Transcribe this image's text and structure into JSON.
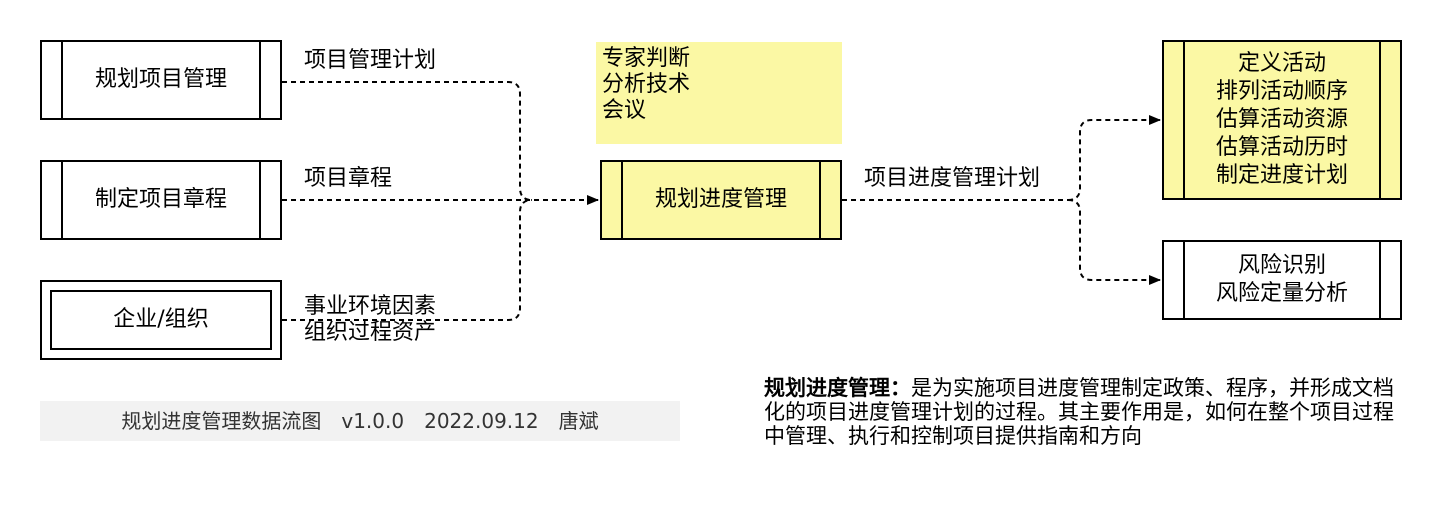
{
  "inputs": [
    {
      "label": "规划项目管理",
      "flow": "项目管理计划"
    },
    {
      "label": "制定项目章程",
      "flow": "项目章程"
    },
    {
      "label": "企业/组织",
      "flow_lines": [
        "事业环境因素",
        "组织过程资产"
      ]
    }
  ],
  "tools": [
    "专家判断",
    "分析技术",
    "会议"
  ],
  "process": {
    "label": "规划进度管理"
  },
  "output_flow": "项目进度管理计划",
  "targets": [
    {
      "lines": [
        "定义活动",
        "排列活动顺序",
        "估算活动资源",
        "估算活动历时",
        "制定进度计划"
      ]
    },
    {
      "lines": [
        "风险识别",
        "风险定量分析"
      ]
    }
  ],
  "caption": "规划进度管理数据流图　v1.0.0　2022.09.12　唐斌",
  "description": {
    "term": "规划进度管理：",
    "text": "是为实施项目进度管理制定政策、程序，并形成文档化的项目进度管理计划的过程。其主要作用是，如何在整个项目过程中管理、执行和控制项目提供指南和方向"
  },
  "colors": {
    "process_fill": "#fbf8a4",
    "caption_bg": "#f2f2f2",
    "line": "#000000"
  }
}
